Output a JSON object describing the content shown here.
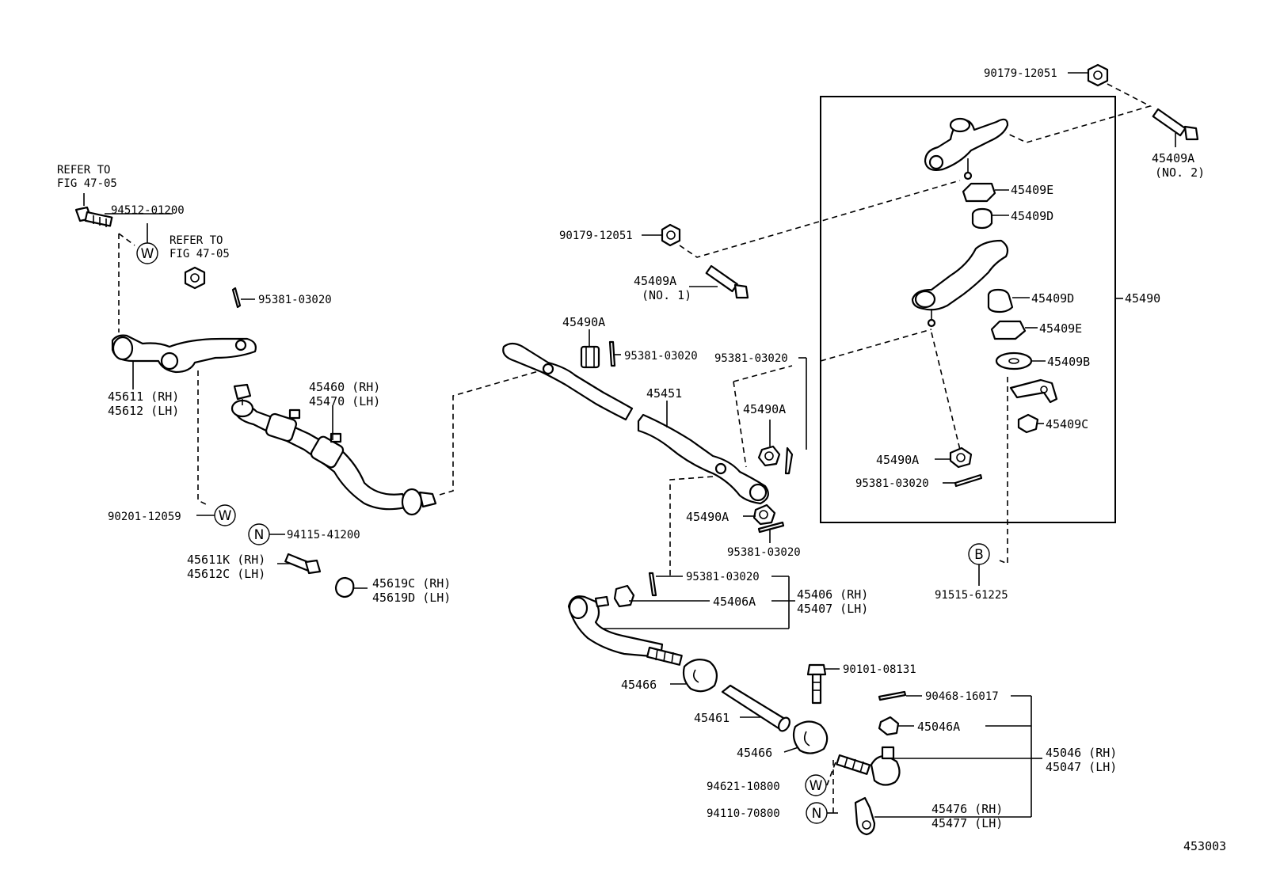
{
  "diagram_id": "453003",
  "labels": {
    "refer1_a": "REFER TO",
    "refer1_b": "FIG 47-05",
    "refer2_a": "REFER TO",
    "refer2_b": "FIG 47-05",
    "p94512": "94512-01200",
    "p95381_a": "95381-03020",
    "p45611": "45611 (RH)",
    "p45612": "45612 (LH)",
    "p45460": "45460 (RH)",
    "p45470": "45470 (LH)",
    "p90201": "90201-12059",
    "p94115": "94115-41200",
    "p45611K": "45611K (RH)",
    "p45612C": "45612C (LH)",
    "p45619C": "45619C (RH)",
    "p45619D": "45619D (LH)",
    "p90179_a": "90179-12051",
    "p45409A1": "45409A",
    "p45409A1_no": "(NO. 1)",
    "p45490A_a": "45490A",
    "p95381_b": "95381-03020",
    "p45451": "45451",
    "p95381_c": "95381-03020",
    "p45490A_b": "45490A",
    "p45490A_c": "45490A",
    "p95381_d": "95381-03020",
    "p95381_e": "95381-03020",
    "p45406A": "45406A",
    "p45406": "45406 (RH)",
    "p45407": "45407 (LH)",
    "p90179_b": "90179-12051",
    "p45409A2": "45409A",
    "p45409A2_no": "(NO. 2)",
    "p45409E_a": "45409E",
    "p45409D_a": "45409D",
    "p45409D_b": "45409D",
    "p45490": "45490",
    "p45409E_b": "45409E",
    "p45409B": "45409B",
    "p45409C": "45409C",
    "p45490A_d": "45490A",
    "p95381_f": "95381-03020",
    "p91515": "91515-61225",
    "p45466_a": "45466",
    "p45461": "45461",
    "p45466_b": "45466",
    "p90101": "90101-08131",
    "p90468": "90468-16017",
    "p45046A": "45046A",
    "p45046": "45046 (RH)",
    "p45047": "45047 (LH)",
    "p94621": "94621-10800",
    "p94110": "94110-70800",
    "p45476": "45476 (RH)",
    "p45477": "45477 (LH)"
  },
  "circle_symbols": {
    "w": "W",
    "n": "N",
    "b": "B"
  }
}
